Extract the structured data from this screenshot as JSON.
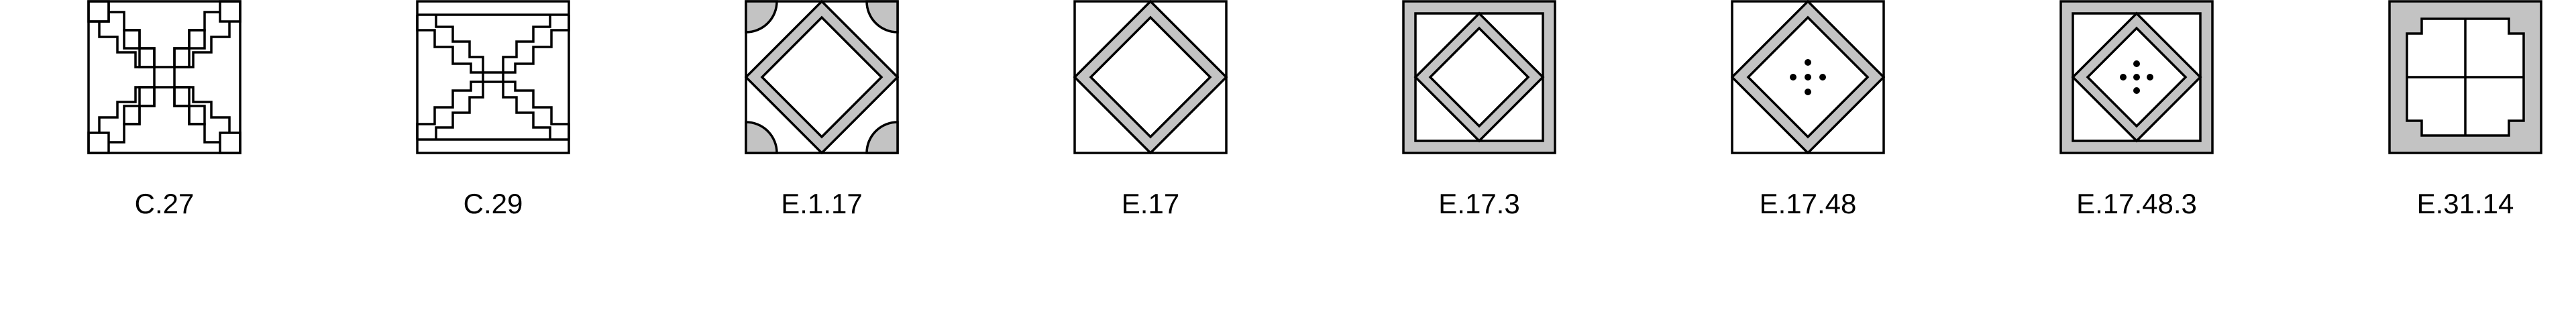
{
  "colors": {
    "stroke": "#000000",
    "fill_gray": "#c3c3c3",
    "background": "#ffffff"
  },
  "tiles": [
    {
      "label": "C.27",
      "icon": "stepped-x-with-squares-icon"
    },
    {
      "label": "C.29",
      "icon": "stepped-x-icon"
    },
    {
      "label": "E.1.17",
      "icon": "diamond-band-quarter-circle-corners-icon"
    },
    {
      "label": "E.17",
      "icon": "diamond-band-icon"
    },
    {
      "label": "E.17.3",
      "icon": "framed-diamond-band-icon"
    },
    {
      "label": "E.17.48",
      "icon": "diamond-band-dots-icon"
    },
    {
      "label": "E.17.48.3",
      "icon": "framed-diamond-band-dots-icon"
    },
    {
      "label": "E.31.14",
      "icon": "notched-quartered-panel-icon"
    }
  ]
}
